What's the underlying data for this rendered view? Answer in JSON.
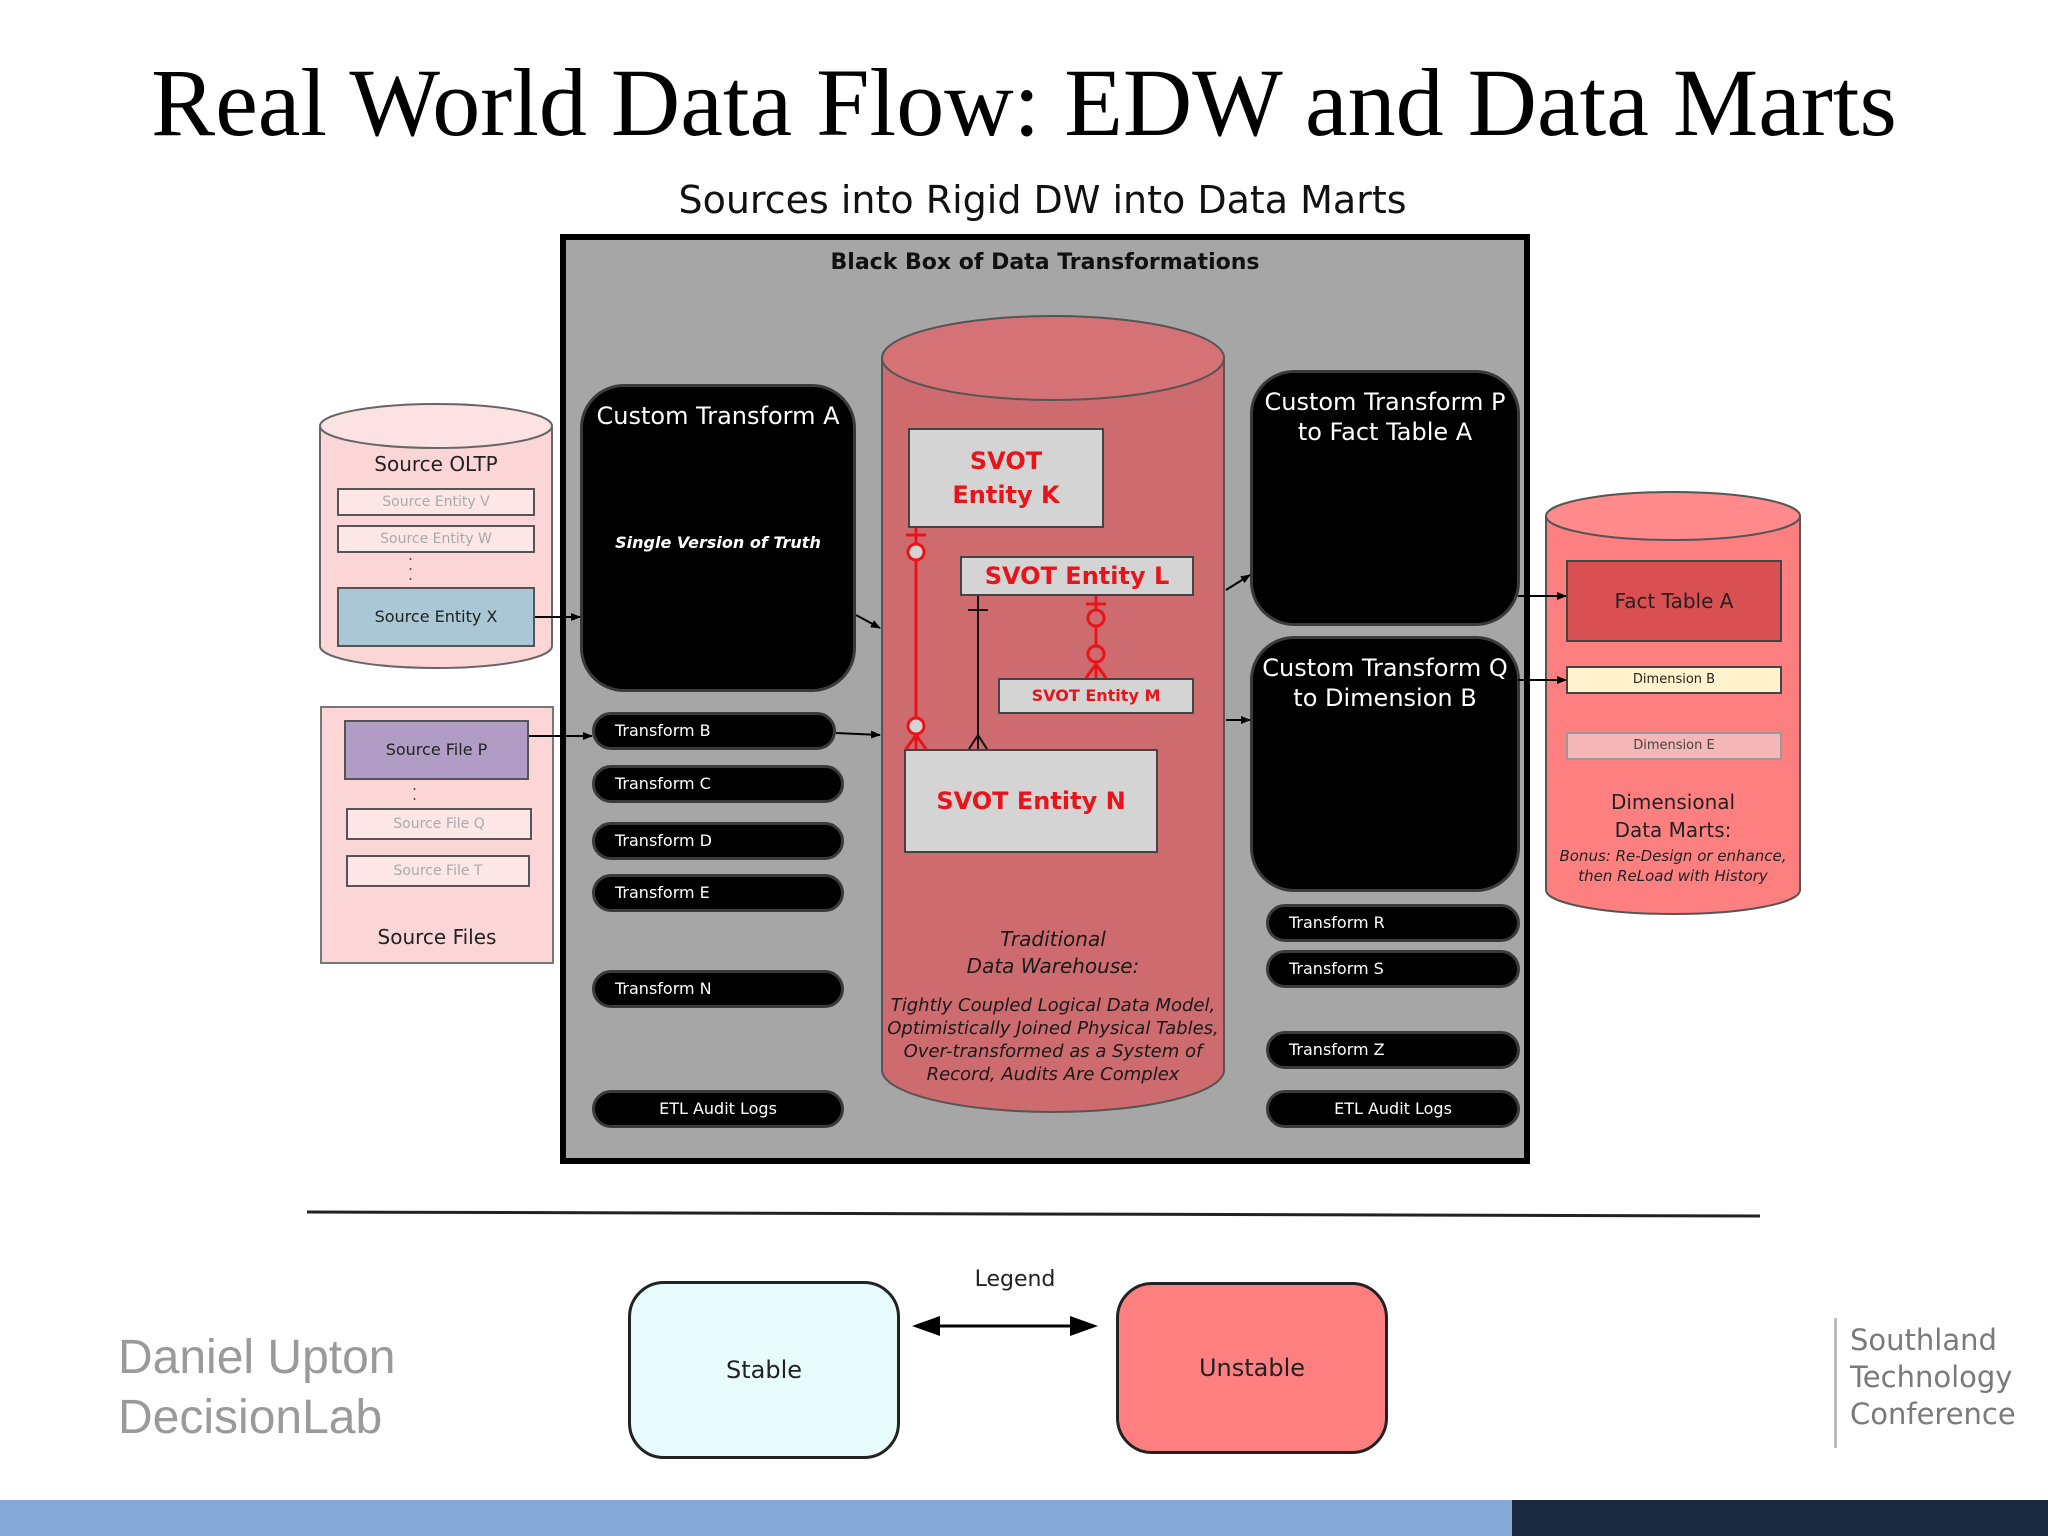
{
  "slide": {
    "title": "Real World Data Flow: EDW and Data Marts",
    "subtitle": "Sources into Rigid DW into Data Marts"
  },
  "diagram": {
    "black_box_title": "Black Box of Data Transformations",
    "source_oltp": {
      "label": "Source OLTP",
      "entities": [
        "Source Entity V",
        "Source Entity W",
        "Source Entity X"
      ]
    },
    "source_files": {
      "label": "Source Files",
      "files": [
        "Source File P",
        "Source File Q",
        "Source File T"
      ]
    },
    "custom_transform_a": {
      "title": "Custom Transform  A",
      "note": "Single Version of Truth"
    },
    "left_transforms": [
      "Transform B",
      "Transform C",
      "Transform D",
      "Transform E",
      "Transform N"
    ],
    "left_audit": "ETL Audit Logs",
    "warehouse": {
      "svot_k": [
        "SVOT",
        "Entity K"
      ],
      "svot_l": "SVOT Entity L",
      "svot_m": "SVOT Entity M",
      "svot_n": "SVOT Entity N",
      "caption_title": [
        "Traditional",
        "Data Warehouse:"
      ],
      "caption_body": [
        "Tightly Coupled Logical Data Model,",
        "Optimistically Joined Physical Tables,",
        "Over-transformed as a System of",
        "Record, Audits Are Complex"
      ]
    },
    "custom_transform_p": [
      "Custom Transform  P",
      "to Fact Table A"
    ],
    "custom_transform_q": [
      "Custom Transform Q",
      "to Dimension B"
    ],
    "right_transforms": [
      "Transform R",
      "Transform S",
      "Transform Z"
    ],
    "right_audit": "ETL Audit Logs",
    "data_marts": {
      "fact": "Fact Table A",
      "dim_b": "Dimension B",
      "dim_e": "Dimension E",
      "label": [
        "Dimensional",
        "Data Marts:"
      ],
      "note": [
        "Bonus: Re-Design or enhance,",
        "then ReLoad with History"
      ]
    }
  },
  "legend": {
    "title": "Legend",
    "stable": "Stable",
    "unstable": "Unstable"
  },
  "author": {
    "name": "Daniel Upton",
    "org": "DecisionLab"
  },
  "conference": [
    "Southland",
    "Technology",
    "Conference"
  ],
  "colors": {
    "stable": "#e8fcfd",
    "unstable": "#fe7f80",
    "source_pink": "#fcd6d6",
    "warehouse": "#cd6b6e",
    "footer_blue": "#86a8d8",
    "footer_dark": "#1b2a40"
  }
}
